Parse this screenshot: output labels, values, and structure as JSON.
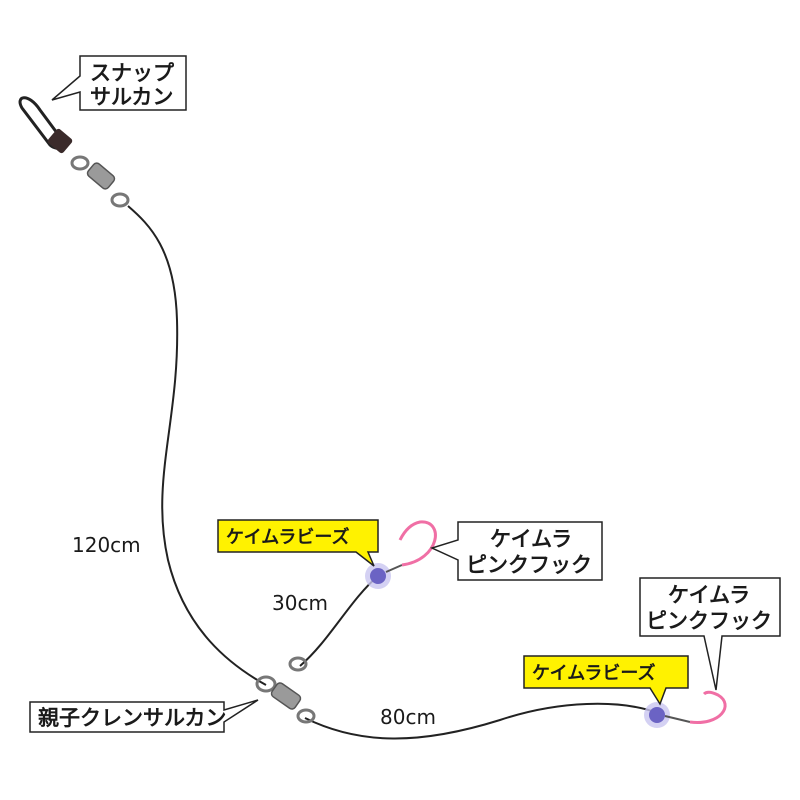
{
  "labels": {
    "snap_line1": "スナップ",
    "snap_line2": "サルカン",
    "oyako": "親子クレンサルカン",
    "hook1_line1": "ケイムラ",
    "hook1_line2": "ピンクフック",
    "hook2_line1": "ケイムラ",
    "hook2_line2": "ピンクフック",
    "bead1": "ケイムラビーズ",
    "bead2": "ケイムラビーズ"
  },
  "lengths": {
    "main": "120cm",
    "branch_short": "30cm",
    "branch_long": "80cm"
  },
  "colors": {
    "line": "#222222",
    "bead": "#6b63c4",
    "bead_glow": "#c9c6f0",
    "bead_label_bg": "#fff200",
    "hook": "#f06fa5",
    "swivel": "#9a9a9a",
    "snap_knot": "#3a2a2a"
  },
  "icons": {
    "snap": "snap-swivel-icon",
    "swivel": "swivel-icon",
    "hook": "hook-icon",
    "bead": "bead-icon"
  }
}
